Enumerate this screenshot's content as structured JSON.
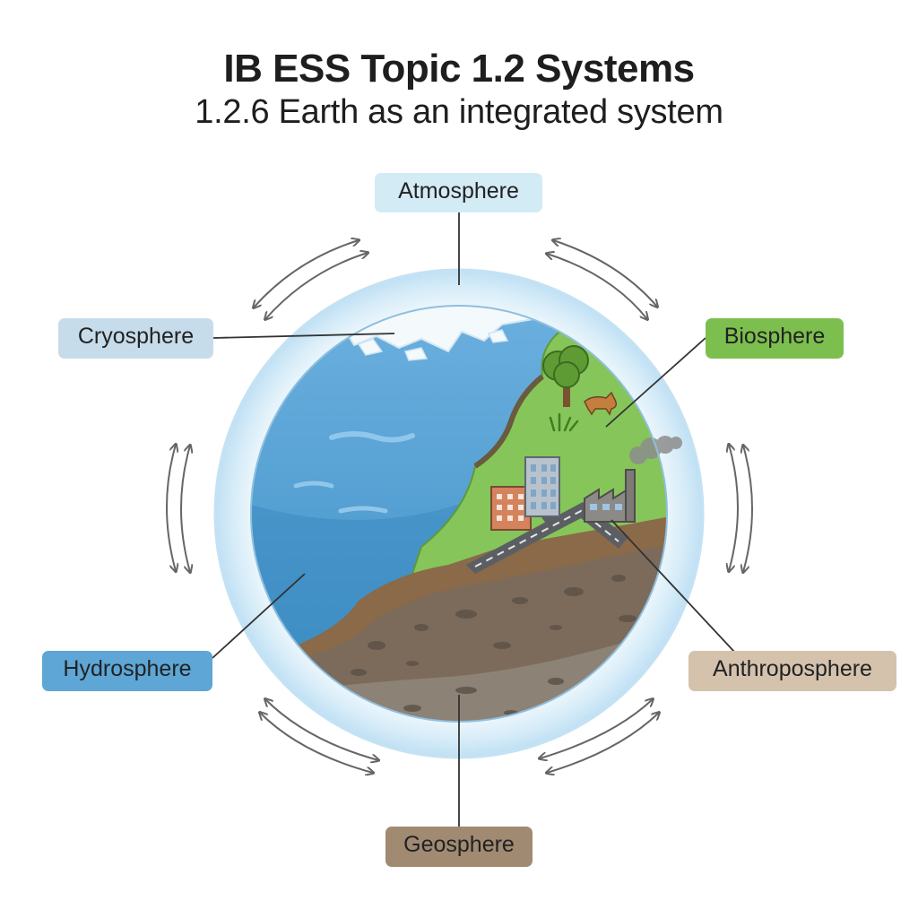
{
  "header": {
    "title": "IB ESS Topic 1.2 Systems",
    "subtitle": "1.2.6 Earth as an integrated system"
  },
  "spheres": {
    "atmosphere": {
      "label": "Atmosphere",
      "color": "#d3ebf5"
    },
    "cryosphere": {
      "label": "Cryosphere",
      "color": "#c6dcea"
    },
    "biosphere": {
      "label": "Biosphere",
      "color": "#7cbf4e"
    },
    "hydrosphere": {
      "label": "Hydrosphere",
      "color": "#5da6d6"
    },
    "anthroposphere": {
      "label": "Anthroposphere",
      "color": "#d4c2ad"
    },
    "geosphere": {
      "label": "Geosphere",
      "color": "#a08a72"
    }
  },
  "icons": [
    "globe-illustration",
    "tree-icon",
    "fox-icon",
    "grass-icon",
    "building-icon",
    "factory-icon",
    "smoke-icon",
    "road-icon",
    "ice-icon",
    "double-arrow-icon"
  ]
}
